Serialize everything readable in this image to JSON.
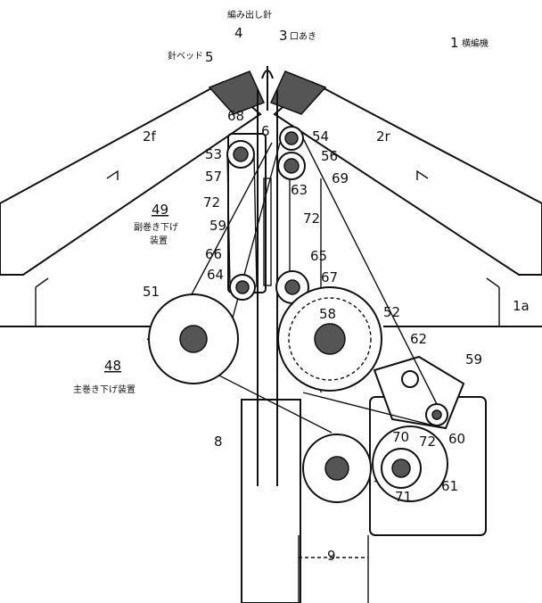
{
  "figure": {
    "labels": {
      "needle_jp": "編み出し針",
      "mouth_jp": "口あき",
      "bed_jp": "針ベッド",
      "machine_jp": "横編機",
      "sub_device_jp_1": "副巻き下げ",
      "sub_device_jp_2": "装置",
      "main_device_jp": "主巻き下げ装置"
    },
    "numbers": {
      "n1": "1",
      "n1a": "1a",
      "n2f": "2f",
      "n2r": "2r",
      "n3": "3",
      "n4": "4",
      "n5": "5",
      "n6": "6",
      "n8": "8",
      "n9": "9",
      "n48": "48",
      "n49": "49",
      "n51": "51",
      "n52": "52",
      "n53": "53",
      "n54": "54",
      "n56": "56",
      "n57": "57",
      "n58": "58",
      "n59a": "59",
      "n59b": "59",
      "n60": "60",
      "n61": "61",
      "n62": "62",
      "n63": "63",
      "n64": "64",
      "n65": "65",
      "n66": "66",
      "n67": "67",
      "n68": "68",
      "n69": "69",
      "n70": "70",
      "n71": "71",
      "n72a": "72",
      "n72b": "72",
      "n72c": "72"
    }
  }
}
